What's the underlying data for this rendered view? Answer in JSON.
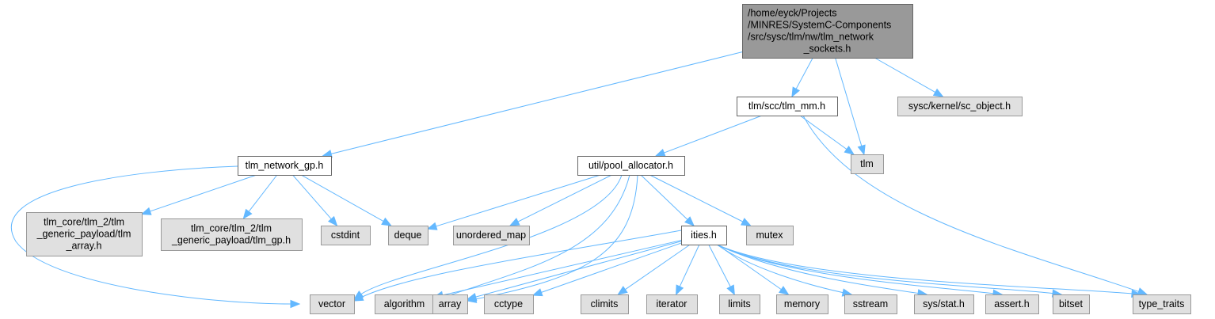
{
  "colors": {
    "root_fill": "#999999",
    "root_stroke": "#666666",
    "local_fill": "#ffffff",
    "local_stroke": "#666666",
    "system_fill": "#e0e0e0",
    "system_stroke": "#999999",
    "edge": "#63b8ff"
  },
  "nodes": [
    {
      "id": "root",
      "kind": "root",
      "lines": [
        "/home/eyck/Projects",
        "/MINRES/SystemC-Components",
        "/src/sysc/tlm/nw/tlm_network",
        "_sockets.h"
      ]
    },
    {
      "id": "tlm_mm",
      "kind": "local",
      "lines": [
        "tlm/scc/tlm_mm.h"
      ]
    },
    {
      "id": "sc_object",
      "kind": "system",
      "lines": [
        "sysc/kernel/sc_object.h"
      ]
    },
    {
      "id": "tlm",
      "kind": "system",
      "lines": [
        "tlm"
      ]
    },
    {
      "id": "tlm_network_gp",
      "kind": "local",
      "lines": [
        "tlm_network_gp.h"
      ]
    },
    {
      "id": "pool_allocator",
      "kind": "local",
      "lines": [
        "util/pool_allocator.h"
      ]
    },
    {
      "id": "tlm_array",
      "kind": "system",
      "lines": [
        "tlm_core/tlm_2/tlm",
        "_generic_payload/tlm",
        "_array.h"
      ]
    },
    {
      "id": "tlm_gp",
      "kind": "system",
      "lines": [
        "tlm_core/tlm_2/tlm",
        "_generic_payload/tlm_gp.h"
      ]
    },
    {
      "id": "cstdint",
      "kind": "system",
      "lines": [
        "cstdint"
      ]
    },
    {
      "id": "deque",
      "kind": "system",
      "lines": [
        "deque"
      ]
    },
    {
      "id": "unordered_map",
      "kind": "system",
      "lines": [
        "unordered_map"
      ]
    },
    {
      "id": "ities",
      "kind": "local",
      "lines": [
        "ities.h"
      ]
    },
    {
      "id": "mutex",
      "kind": "system",
      "lines": [
        "mutex"
      ]
    },
    {
      "id": "vector",
      "kind": "system",
      "lines": [
        "vector"
      ]
    },
    {
      "id": "algorithm",
      "kind": "system",
      "lines": [
        "algorithm"
      ]
    },
    {
      "id": "array",
      "kind": "system",
      "lines": [
        "array"
      ]
    },
    {
      "id": "cctype",
      "kind": "system",
      "lines": [
        "cctype"
      ]
    },
    {
      "id": "climits",
      "kind": "system",
      "lines": [
        "climits"
      ]
    },
    {
      "id": "iterator",
      "kind": "system",
      "lines": [
        "iterator"
      ]
    },
    {
      "id": "limits",
      "kind": "system",
      "lines": [
        "limits"
      ]
    },
    {
      "id": "memory",
      "kind": "system",
      "lines": [
        "memory"
      ]
    },
    {
      "id": "sstream",
      "kind": "system",
      "lines": [
        "sstream"
      ]
    },
    {
      "id": "sys_stat",
      "kind": "system",
      "lines": [
        "sys/stat.h"
      ]
    },
    {
      "id": "assert",
      "kind": "system",
      "lines": [
        "assert.h"
      ]
    },
    {
      "id": "bitset",
      "kind": "system",
      "lines": [
        "bitset"
      ]
    },
    {
      "id": "type_traits",
      "kind": "system",
      "lines": [
        "type_traits"
      ]
    }
  ],
  "edges": [
    {
      "from": "root",
      "to": "tlm_network_gp"
    },
    {
      "from": "root",
      "to": "tlm_mm"
    },
    {
      "from": "root",
      "to": "tlm"
    },
    {
      "from": "root",
      "to": "sc_object"
    },
    {
      "from": "tlm_mm",
      "to": "pool_allocator"
    },
    {
      "from": "tlm_mm",
      "to": "tlm"
    },
    {
      "from": "tlm_mm",
      "to": "type_traits"
    },
    {
      "from": "tlm_network_gp",
      "to": "tlm_array"
    },
    {
      "from": "tlm_network_gp",
      "to": "tlm_gp"
    },
    {
      "from": "tlm_network_gp",
      "to": "cstdint"
    },
    {
      "from": "tlm_network_gp",
      "to": "deque"
    },
    {
      "from": "tlm_network_gp",
      "to": "vector"
    },
    {
      "from": "pool_allocator",
      "to": "deque"
    },
    {
      "from": "pool_allocator",
      "to": "unordered_map"
    },
    {
      "from": "pool_allocator",
      "to": "ities"
    },
    {
      "from": "pool_allocator",
      "to": "mutex"
    },
    {
      "from": "pool_allocator",
      "to": "vector"
    },
    {
      "from": "pool_allocator",
      "to": "algorithm"
    },
    {
      "from": "pool_allocator",
      "to": "array"
    },
    {
      "from": "ities",
      "to": "vector"
    },
    {
      "from": "ities",
      "to": "algorithm"
    },
    {
      "from": "ities",
      "to": "array"
    },
    {
      "from": "ities",
      "to": "cctype"
    },
    {
      "from": "ities",
      "to": "climits"
    },
    {
      "from": "ities",
      "to": "iterator"
    },
    {
      "from": "ities",
      "to": "limits"
    },
    {
      "from": "ities",
      "to": "memory"
    },
    {
      "from": "ities",
      "to": "sstream"
    },
    {
      "from": "ities",
      "to": "sys_stat"
    },
    {
      "from": "ities",
      "to": "assert"
    },
    {
      "from": "ities",
      "to": "bitset"
    },
    {
      "from": "ities",
      "to": "type_traits"
    }
  ]
}
